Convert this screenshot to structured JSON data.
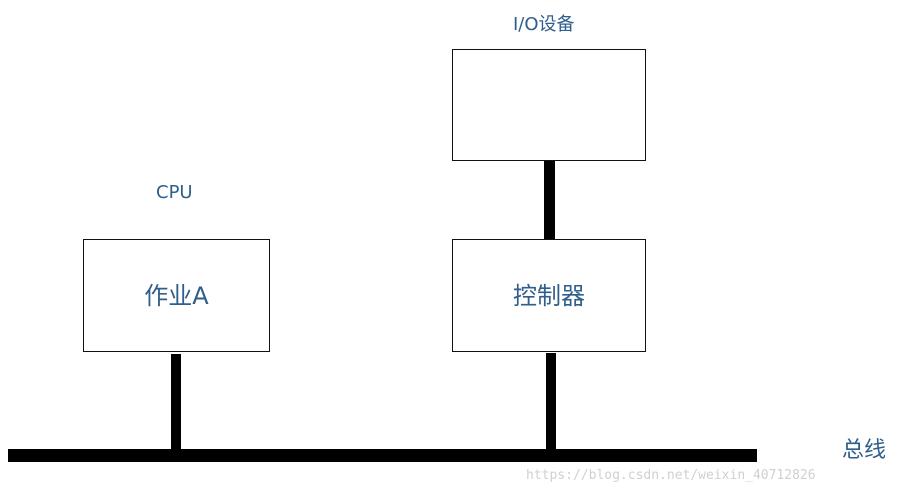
{
  "cpu": {
    "label": "CPU",
    "job_label": "作业A"
  },
  "io": {
    "device_label": "I/O设备",
    "controller_label": "控制器"
  },
  "bus": {
    "label": "总线"
  },
  "watermark": "https://blog.csdn.net/weixin_40712826"
}
